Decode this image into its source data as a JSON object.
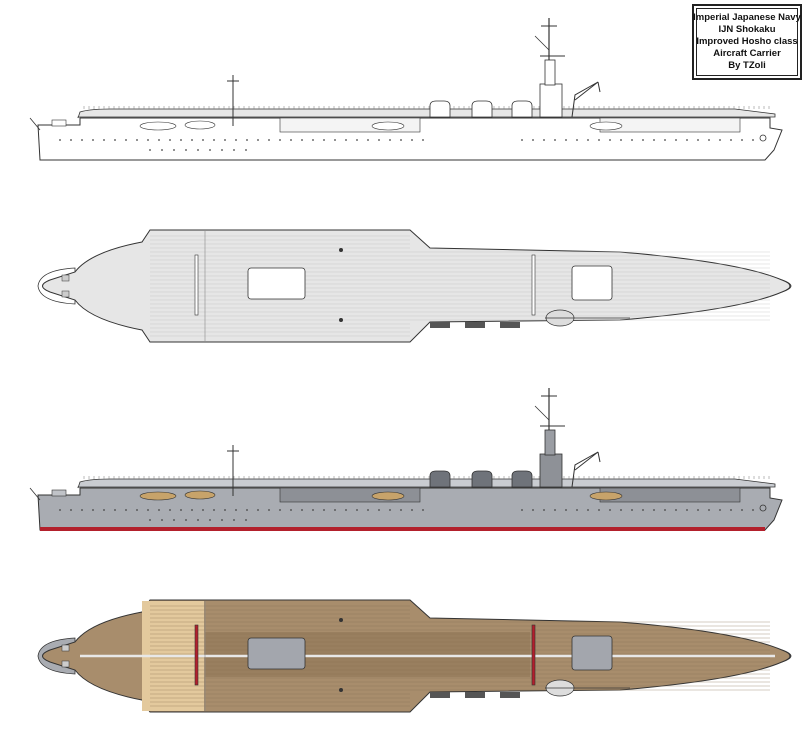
{
  "title_block": {
    "lines": [
      "Imperial Japanese Navy",
      "IJN Shokaku",
      "Improved Hosho class",
      "Aircraft Carrier",
      "By TZoli"
    ]
  },
  "views": [
    {
      "id": "side-profile-lineart",
      "style": "line art"
    },
    {
      "id": "plan-view-lineart",
      "style": "line art"
    },
    {
      "id": "side-profile-colored",
      "style": "colored"
    },
    {
      "id": "plan-view-colored",
      "style": "colored"
    }
  ],
  "colors": {
    "hull_grey": "#a9acb2",
    "boot_topping_red": "#b3202c",
    "deck_wood": "#a88d6c",
    "deck_wood_light": "#e3c99d",
    "elevator_grey": "#a3a6ad",
    "line": "#333333",
    "lineart_fill": "#ffffff",
    "lineart_deck": "#e6e6e6"
  }
}
